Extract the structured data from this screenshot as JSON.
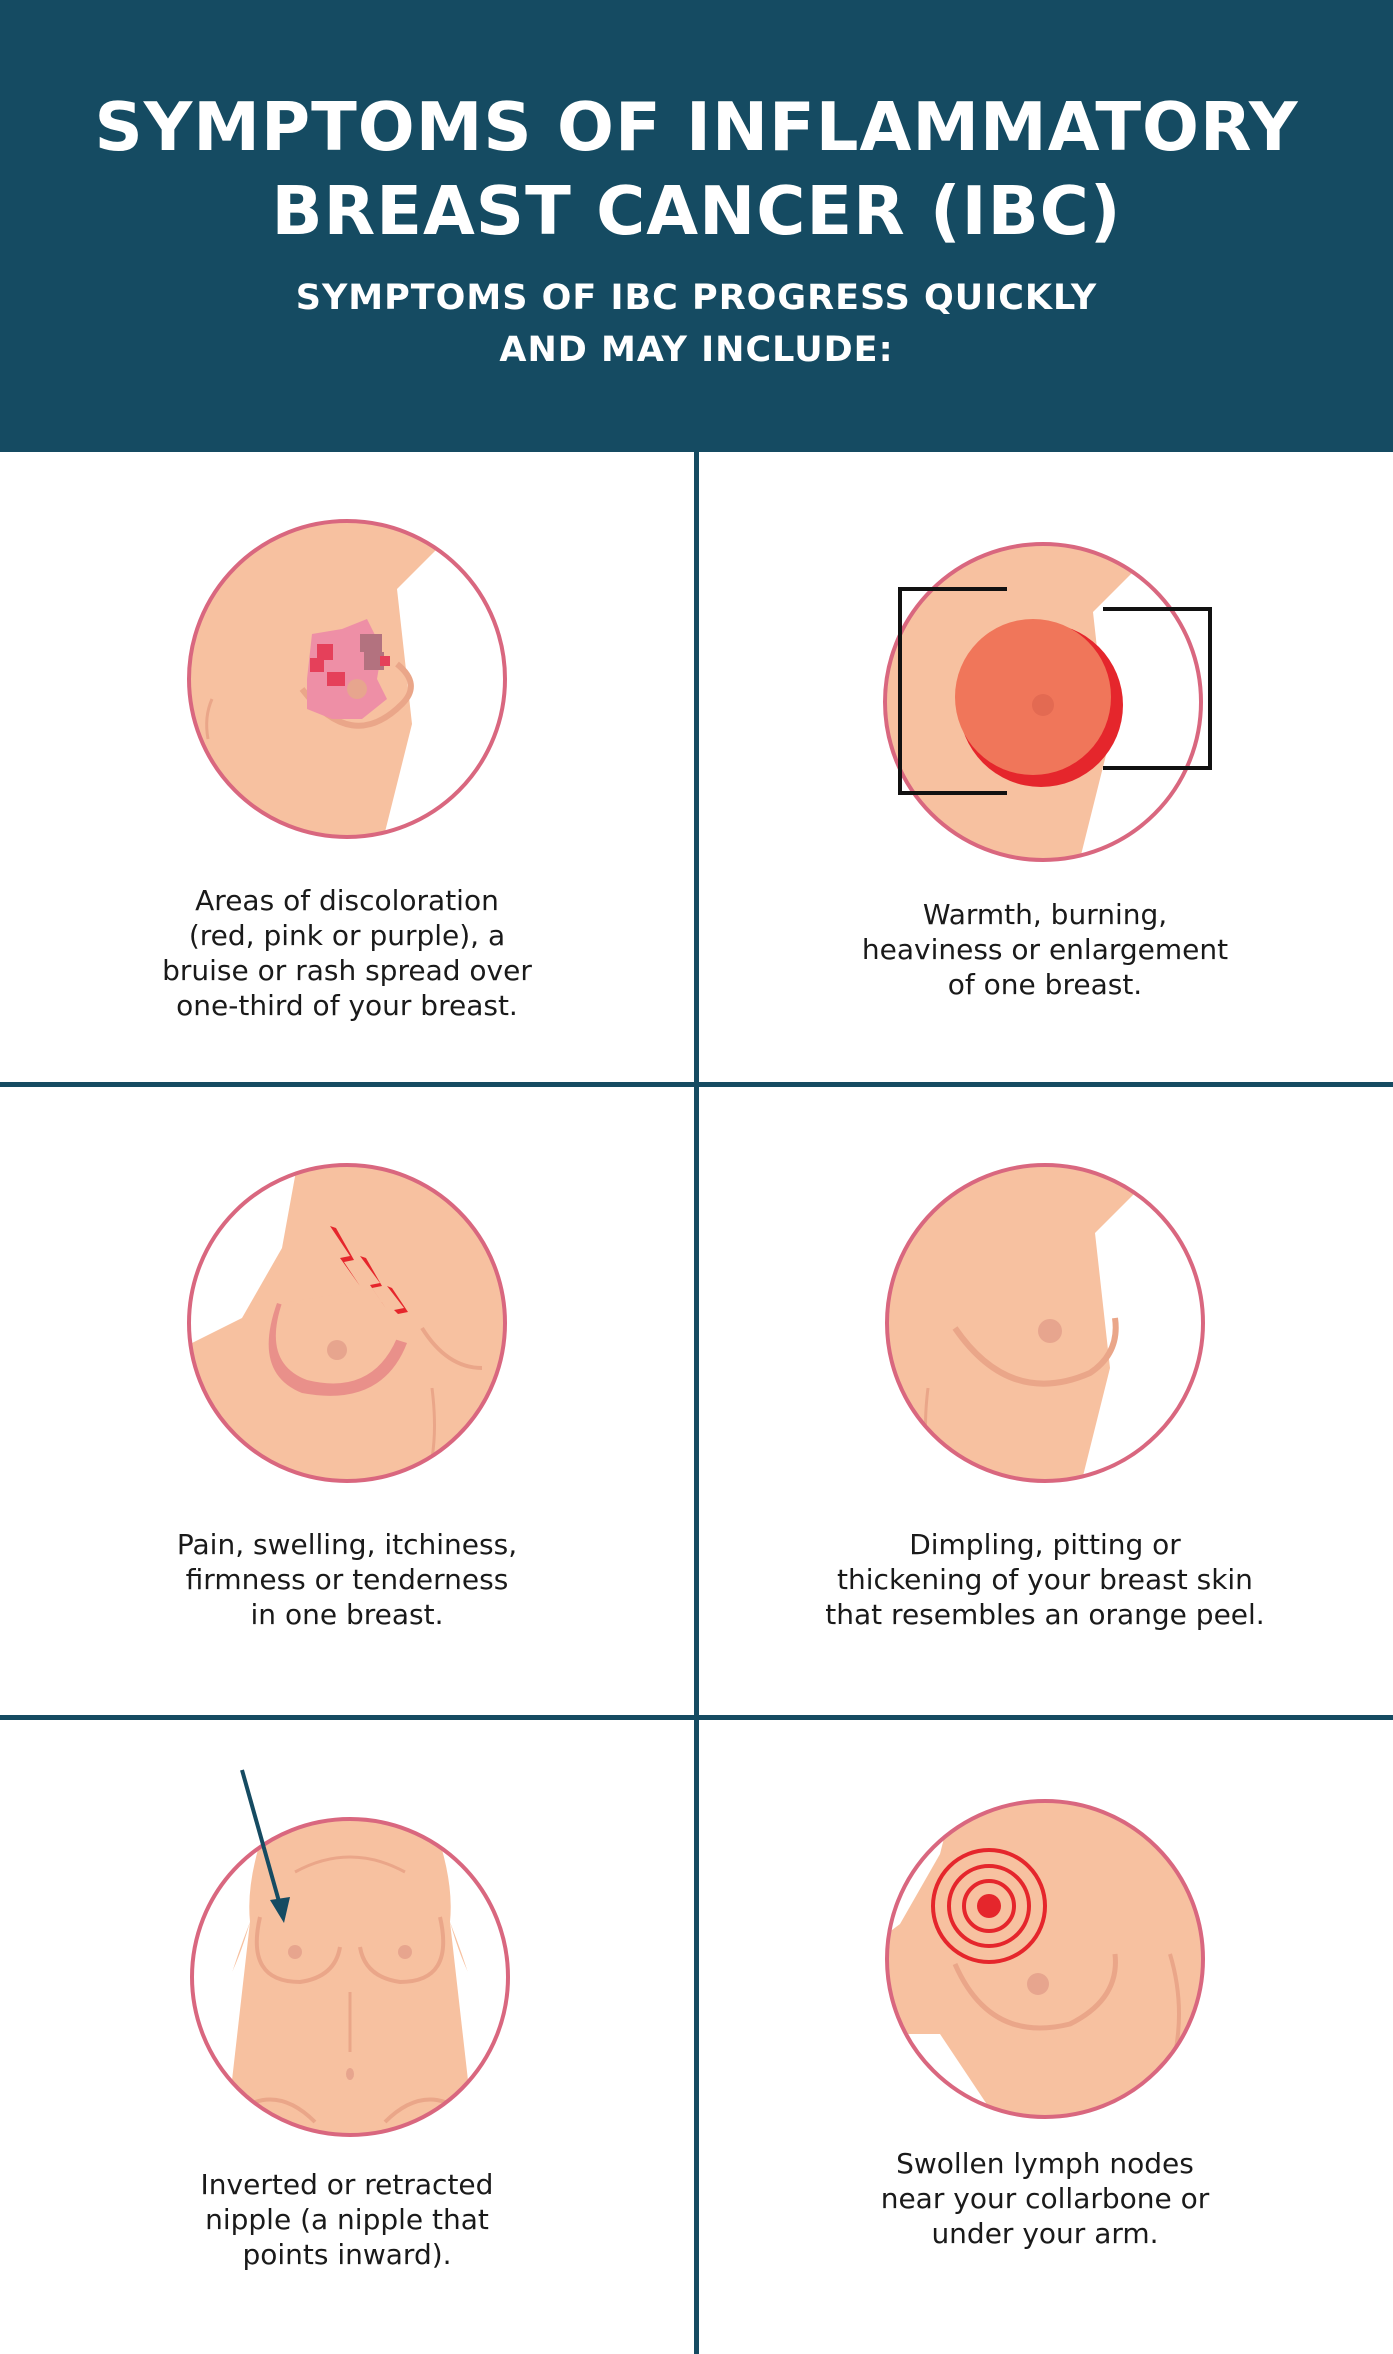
{
  "header": {
    "title_lines": [
      "SYMPTOMS OF INFLAMMATORY",
      "BREAST CANCER (IBC)"
    ],
    "subtitle_lines": [
      "SYMPTOMS OF IBC PROGRESS QUICKLY",
      "AND MAY INCLUDE:"
    ]
  },
  "symptoms": [
    {
      "icon": "discoloration-breast-icon",
      "lines": [
        "Areas of discoloration",
        "(red, pink or purple), a",
        "bruise or rash spread over",
        "one-third of your breast."
      ]
    },
    {
      "icon": "enlarged-breast-icon",
      "lines": [
        "Warmth, burning,",
        "heaviness or enlargement",
        "of one breast."
      ]
    },
    {
      "icon": "pain-breast-icon",
      "lines": [
        "Pain, swelling, itchiness,",
        "firmness or tenderness",
        "in one breast."
      ]
    },
    {
      "icon": "dimpled-skin-breast-icon",
      "lines": [
        "Dimpling, pitting or",
        "thickening of your breast skin",
        "that resembles an orange peel."
      ]
    },
    {
      "icon": "inverted-nipple-icon",
      "lines": [
        "Inverted or retracted",
        "nipple (a nipple that",
        "points inward)."
      ]
    },
    {
      "icon": "swollen-lymph-node-icon",
      "lines": [
        "Swollen lymph nodes",
        "near your collarbone or",
        "under your arm."
      ]
    }
  ],
  "colors": {
    "header_bg": "#154b62",
    "divider": "#154b62",
    "circle_border": "#d9677f",
    "skin": "#f7c1a0",
    "skin_shadow": "#eaa689",
    "alert_red": "#e5262c",
    "enlarged_fill": "#f0765a"
  }
}
